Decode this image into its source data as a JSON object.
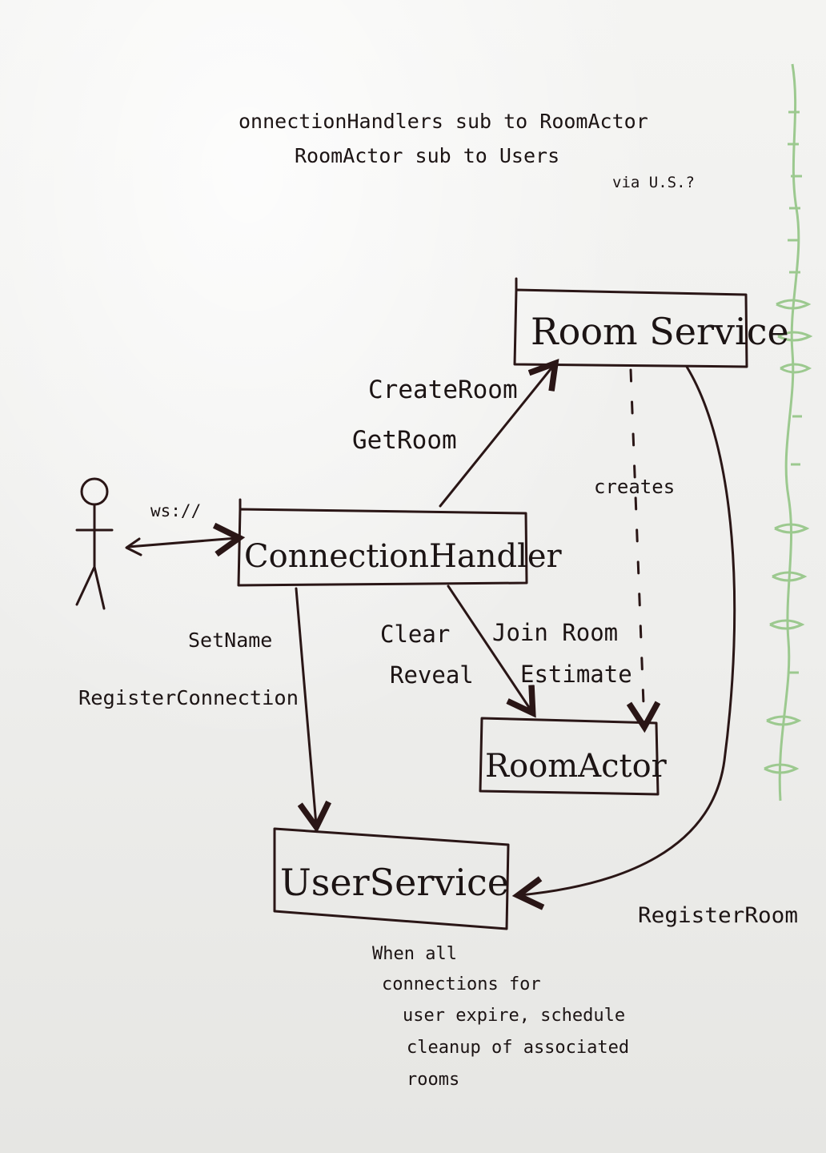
{
  "notes": {
    "line1": "onnectionHandlers  sub to  RoomActor",
    "line2": "RoomActor  sub to  Users",
    "line3": "via U.S.?"
  },
  "nodes": {
    "room_service": "Room Service",
    "connection_handler": "ConnectionHandler",
    "room_actor": "RoomActor",
    "user_service": "UserService"
  },
  "edges": {
    "ws_label": "ws://",
    "create_room": "CreateRoom",
    "get_room": "GetRoom",
    "creates": "creates",
    "set_name": "SetName",
    "register_connection": "RegisterConnection",
    "clear": "Clear",
    "reveal": "Reveal",
    "join_room": "Join Room",
    "estimate": "Estimate",
    "register_room": "RegisterRoom"
  },
  "footnote": {
    "line1": "When all",
    "line2": "connections for",
    "line3": "user expire, schedule",
    "line4": "cleanup of associated",
    "line5": "rooms"
  },
  "colors": {
    "ink": "#1c1414",
    "board": "#eeeeec",
    "vine": "#9cc98f"
  }
}
